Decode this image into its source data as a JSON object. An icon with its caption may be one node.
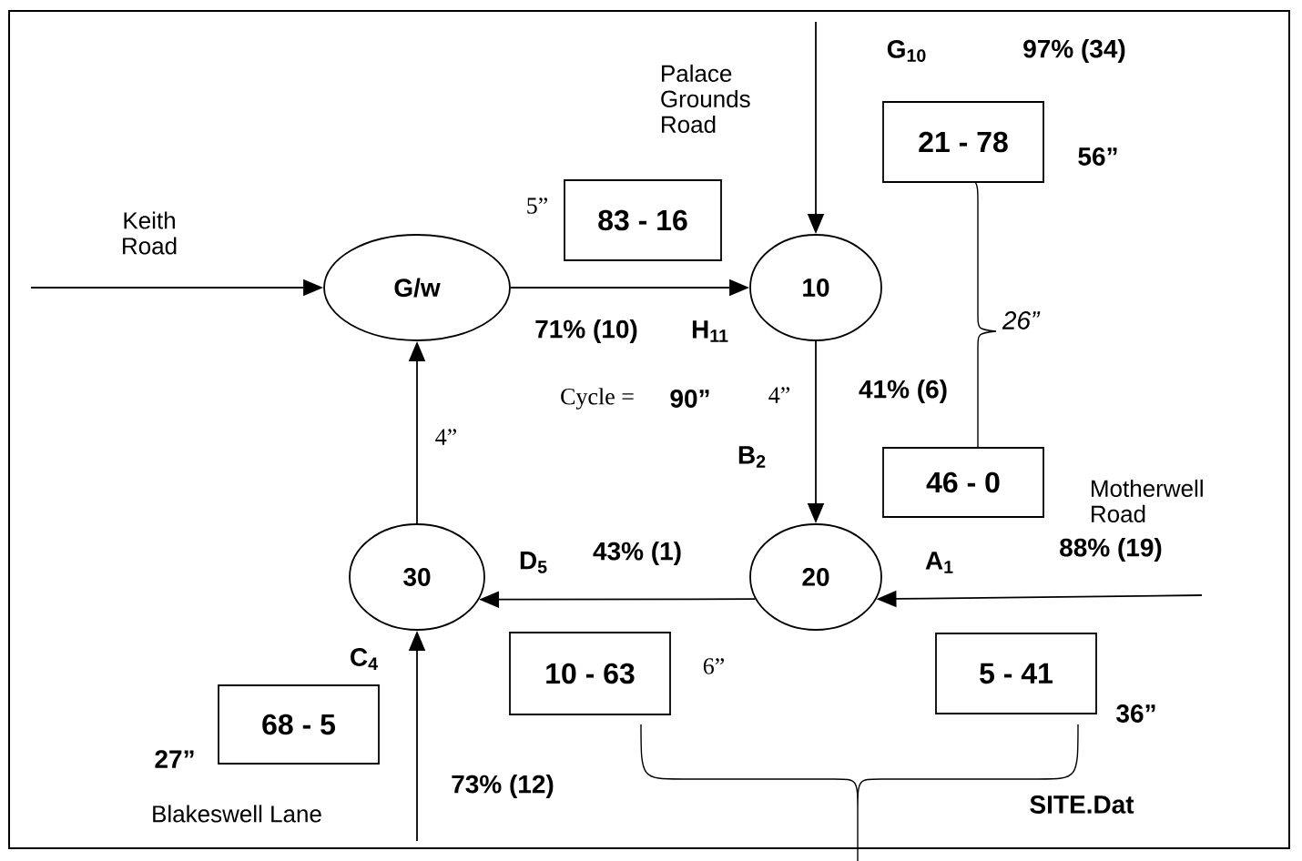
{
  "diagram": {
    "nodes": [
      {
        "text": [
          "G/w"
        ]
      },
      {
        "text": [
          "10"
        ]
      },
      {
        "text": [
          "20"
        ]
      },
      {
        "text": [
          "30"
        ]
      },
      {
        "text": [
          "83 - 16"
        ],
        "beside": [
          "5”"
        ]
      },
      {
        "text": [
          "21 - 78"
        ],
        "beside": [
          "56”"
        ]
      },
      {
        "text": [
          "46 - 0"
        ]
      },
      {
        "text": [
          "10 - 63"
        ],
        "beside": [
          "6”"
        ]
      },
      {
        "text": [
          "5 - 41"
        ],
        "beside": [
          "36”"
        ]
      },
      {
        "text": [
          "68 -  5"
        ],
        "beside": [
          "27”"
        ]
      }
    ],
    "edges": [
      {
        "from": null,
        "to": 0,
        "arrow": "to"
      },
      {
        "from": 0,
        "to": 1,
        "arrow": "to",
        "label": "71% (10)"
      },
      {
        "from": null,
        "to": 1,
        "arrow": "to"
      },
      {
        "from": 1,
        "to": 2,
        "arrow": "to"
      },
      {
        "from": null,
        "to": 2,
        "arrow": "to",
        "label": "88% (19)"
      },
      {
        "from": 2,
        "to": 3,
        "arrow": "to",
        "label": "43% (1)"
      },
      {
        "from": null,
        "to": 3,
        "arrow": "to",
        "label": "73% (12)"
      },
      {
        "from": 3,
        "to": 0,
        "arrow": "to"
      }
    ],
    "labels": [
      "G$_{10}$",
      "97% (34)",
      "Palace Grounds Road",
      "Keith Road",
      "H$_{11}$",
      "26”",
      "Cycle =",
      "90”",
      "4”",
      "41% (6)",
      "4”",
      "B$_{2}$",
      "Motherwell Road",
      "D$_{5}$",
      "A$_{1}$",
      "C$_{4}$",
      "Blakeswell Lane",
      "SITE.Dat"
    ]
  }
}
